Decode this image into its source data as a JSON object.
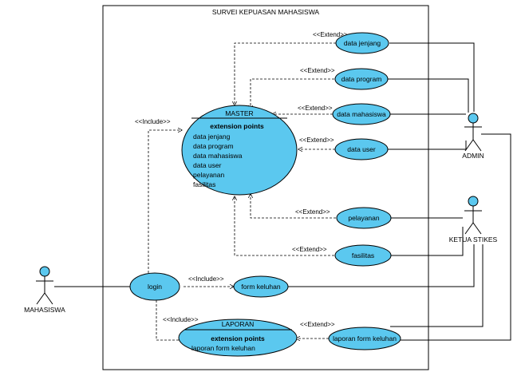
{
  "system": {
    "title": "SURVEI KEPUASAN MAHASISWA"
  },
  "actors": {
    "admin": "ADMIN",
    "ketua": "KETUA STIKES",
    "mahasiswa": "MAHASISWA"
  },
  "master": {
    "title": "MASTER",
    "ext_header": "extension points",
    "points": [
      "data jenjang",
      "data program",
      "data mahasiswa",
      "data user",
      "pelayanan",
      "fasilitas"
    ]
  },
  "laporan": {
    "title": "LAPORAN",
    "ext_header": "extension points",
    "points": [
      "laporan form keluhan"
    ]
  },
  "usecases": {
    "data_jenjang": "data jenjang",
    "data_program": "data program",
    "data_mahasiswa": "data mahasiswa",
    "data_user": "data user",
    "pelayanan": "pelayanan",
    "fasilitas": "fasilitas",
    "login": "login",
    "form_keluhan": "form keluhan",
    "laporan_form_keluhan": "laporan form keluhan"
  },
  "stereotypes": {
    "extend": "<<Extend>>",
    "include": "<<Include>>"
  }
}
